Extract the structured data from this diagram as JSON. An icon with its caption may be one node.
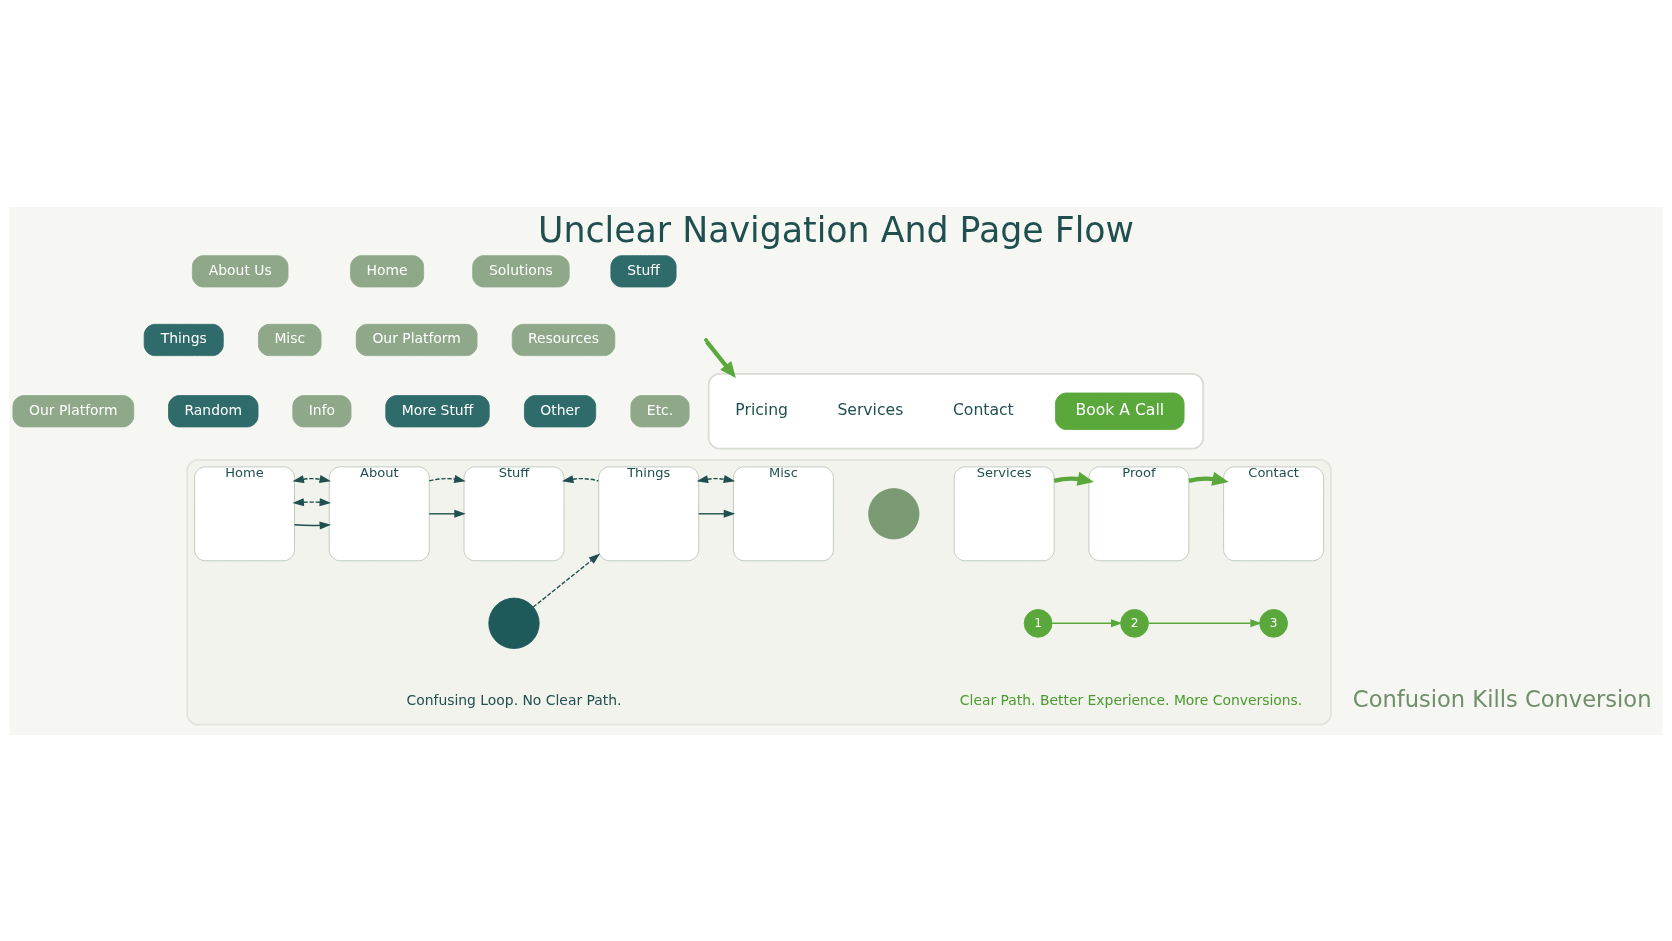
{
  "diagram": {
    "title": "Unclear Navigation And Page Flow",
    "nodes": [
      {
        "text": [
          "About Us"
        ]
      },
      {
        "text": [
          "Home"
        ]
      },
      {
        "text": [
          "Solutions"
        ]
      },
      {
        "text": [
          "Stuff"
        ]
      },
      {
        "text": [
          "Things"
        ]
      },
      {
        "text": [
          "Misc"
        ]
      },
      {
        "text": [
          "Our Platform"
        ]
      },
      {
        "text": [
          "Resources"
        ]
      },
      {
        "text": [
          "Our Platform"
        ]
      },
      {
        "text": [
          "Random"
        ]
      },
      {
        "text": [
          "Info"
        ]
      },
      {
        "text": [
          "More Stuff"
        ]
      },
      {
        "text": [
          "Other"
        ]
      },
      {
        "text": [
          "Etc."
        ]
      },
      {
        "text": [],
        "shape": "bar"
      },
      {
        "text": [
          "Pricing"
        ],
        "in": 14
      },
      {
        "text": [
          "Services"
        ],
        "in": 14
      },
      {
        "text": [
          "Contact"
        ],
        "in": 14
      },
      {
        "text": [
          "Book A Call"
        ],
        "in": 14
      },
      {
        "text": [],
        "shape": "box"
      },
      {
        "text": [
          "Home"
        ],
        "in": 19
      },
      {
        "text": [
          "About"
        ],
        "in": 19
      },
      {
        "text": [
          "Stuff"
        ],
        "in": 19
      },
      {
        "text": [
          "Things"
        ],
        "in": 19
      },
      {
        "text": [
          "Misc"
        ],
        "in": 19
      },
      {
        "text": [],
        "shape": "circle",
        "in": 19
      },
      {
        "text": [],
        "shape": "circle",
        "in": 19
      },
      {
        "text": [
          "Services"
        ],
        "in": 19
      },
      {
        "text": [
          "Proof"
        ],
        "in": 19
      },
      {
        "text": [
          "Contact"
        ],
        "in": 19
      },
      {
        "text": [
          "1"
        ],
        "in": 19
      },
      {
        "text": [
          "2"
        ],
        "in": 19
      },
      {
        "text": [
          "3"
        ],
        "in": 19
      }
    ],
    "edges": [
      {
        "from": null,
        "to": 14,
        "arrow": "to",
        "style": "thick",
        "color": "#5aa83c"
      },
      {
        "from": 20,
        "to": 21,
        "arrow": "to"
      },
      {
        "from": 21,
        "to": 22,
        "arrow": "to"
      },
      {
        "from": 23,
        "to": 24,
        "arrow": "to"
      },
      {
        "from": 23,
        "to": 22,
        "arrow": "to",
        "style": "dashed"
      },
      {
        "from": 20,
        "to": 21,
        "arrow": "both",
        "style": "dashed"
      },
      {
        "from": 20,
        "to": 21,
        "arrow": "both",
        "style": "dashed"
      },
      {
        "from": 21,
        "to": 22,
        "arrow": "to",
        "style": "dashed"
      },
      {
        "from": 25,
        "to": 23,
        "arrow": "to",
        "style": "dashed"
      },
      {
        "from": 23,
        "to": 24,
        "arrow": "both",
        "style": "dashed"
      },
      {
        "from": 27,
        "to": 28,
        "arrow": "to",
        "style": "thick",
        "color": "#5aa83c"
      },
      {
        "from": 28,
        "to": 29,
        "arrow": "to",
        "style": "thick",
        "color": "#5aa83c"
      },
      {
        "from": 30,
        "to": 31,
        "arrow": "to",
        "color": "#5aa83c"
      },
      {
        "from": 31,
        "to": 32,
        "arrow": "to",
        "color": "#5aa83c"
      }
    ],
    "labels": [
      "Confusing Loop. No Clear Path.",
      "Clear Path. Better Experience. More Conversions.",
      "Confusion Kills Conversion"
    ]
  }
}
